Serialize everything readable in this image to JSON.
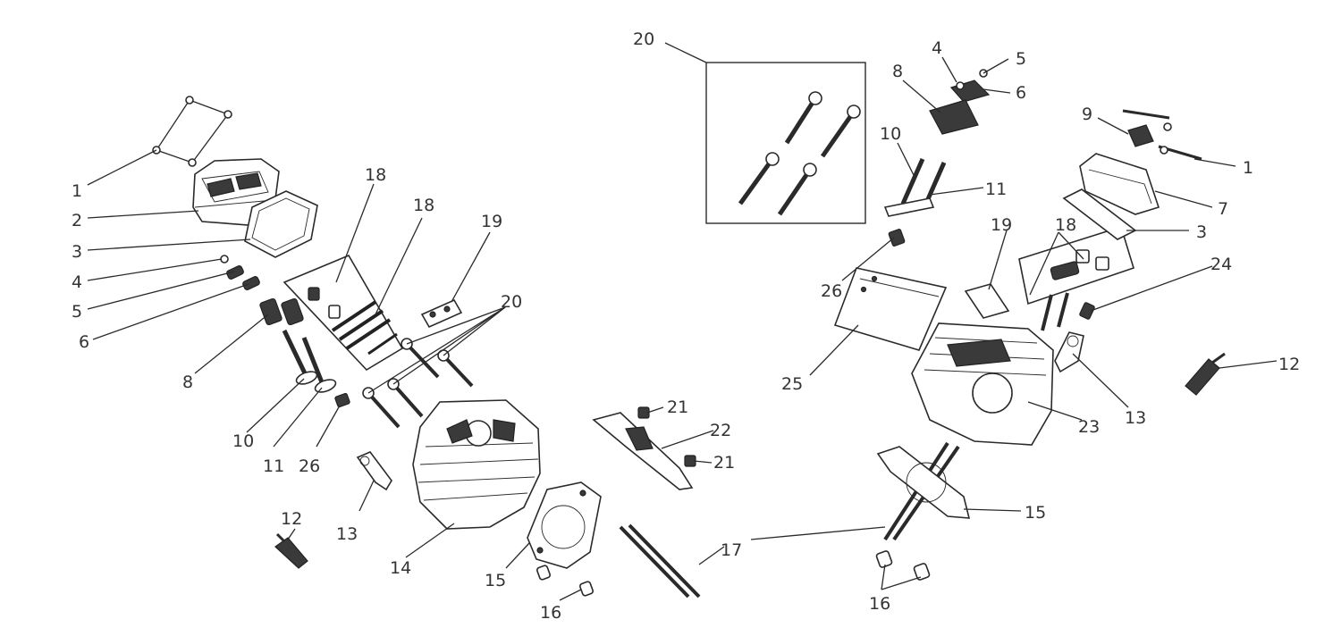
{
  "diagram": {
    "callouts": {
      "l1": "1",
      "l2": "2",
      "l3": "3",
      "l4": "4",
      "l5": "5",
      "l6": "6",
      "l8": "8",
      "l10": "10",
      "l11": "11",
      "l12": "12",
      "l13": "13",
      "l14": "14",
      "l15": "15",
      "l16": "16",
      "l17": "17",
      "l18a": "18",
      "l18b": "18",
      "l19": "19",
      "l20": "20",
      "l21a": "21",
      "l21b": "21",
      "l22": "22",
      "l26": "26",
      "r20": "20",
      "r4": "4",
      "r5": "5",
      "r8": "8",
      "r6": "6",
      "r9": "9",
      "r1": "1",
      "r10": "10",
      "r11": "11",
      "r7": "7",
      "r3": "3",
      "r19": "19",
      "r18": "18",
      "r24": "24",
      "r26": "26",
      "r25": "25",
      "r12": "12",
      "r13": "13",
      "r23": "23",
      "r15": "15",
      "r16": "16"
    }
  }
}
